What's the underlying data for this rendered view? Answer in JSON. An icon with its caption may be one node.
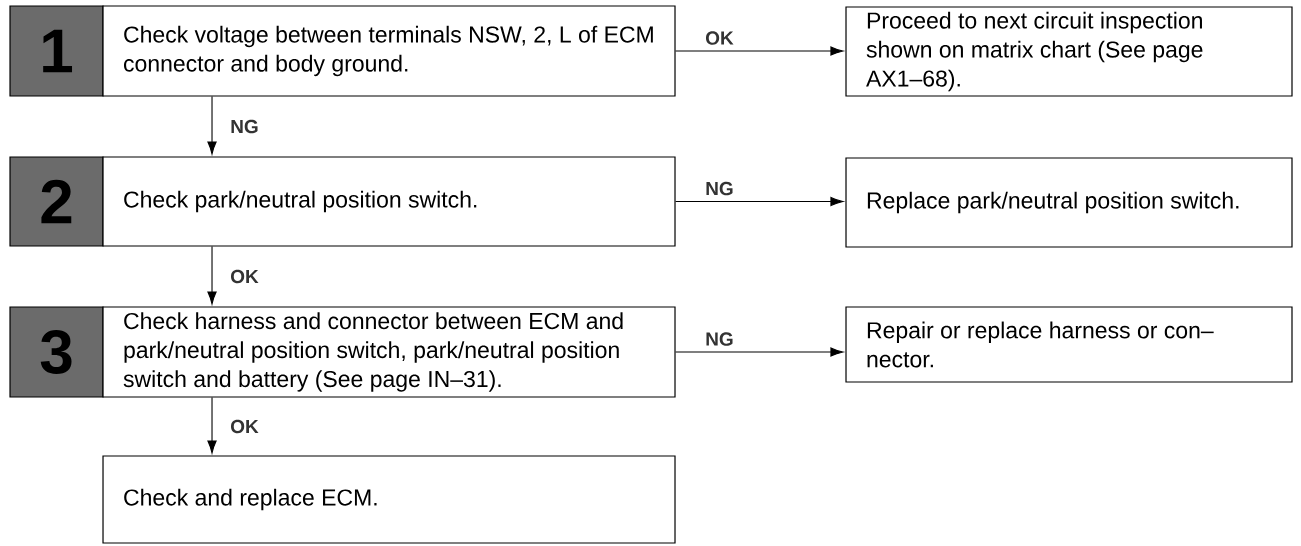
{
  "diagram": {
    "nodes": [
      {
        "text": [
          "1"
        ]
      },
      {
        "text": [
          "Check voltage between terminals NSW, 2, L of ECM connector and body ground."
        ]
      },
      {
        "text": [
          "Proceed to next circuit inspection shown on matrix chart (See page AX1–68)."
        ]
      },
      {
        "text": [
          "2"
        ]
      },
      {
        "text": [
          "Check park/neutral position switch."
        ]
      },
      {
        "text": [
          "Replace park/neutral position switch."
        ]
      },
      {
        "text": [
          "3"
        ]
      },
      {
        "text": [
          "Check harness and connector between ECM and park/neutral position switch, park/neutral position switch and battery (See page IN–31)."
        ]
      },
      {
        "text": [
          "Repair or replace harness or con– nector."
        ]
      },
      {
        "text": [
          "Check and replace ECM."
        ]
      }
    ],
    "edges": [
      {
        "from": 1,
        "to": 2,
        "arrow": "to",
        "label": "OK"
      },
      {
        "from": 1,
        "to": 4,
        "arrow": "to",
        "label": "NG"
      },
      {
        "from": 4,
        "to": 5,
        "arrow": "to",
        "label": "NG"
      },
      {
        "from": 4,
        "to": 7,
        "arrow": "to",
        "label": "OK"
      },
      {
        "from": 7,
        "to": 8,
        "arrow": "to",
        "label": "NG"
      },
      {
        "from": 7,
        "to": 9,
        "arrow": "to",
        "label": "OK"
      }
    ]
  }
}
